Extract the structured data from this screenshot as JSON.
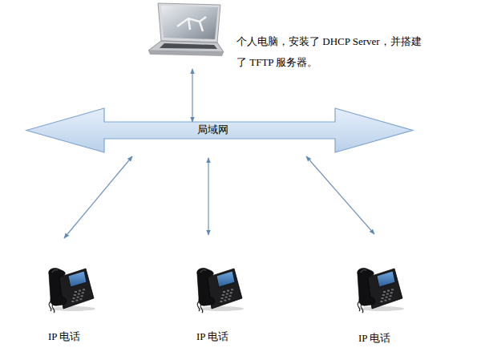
{
  "diagram": {
    "nodes": [
      {
        "text": [
          "个人电脑，安装了 DHCP Server，并搭建了 TFTP 服务器。"
        ]
      },
      {
        "text": [
          "局域网"
        ]
      },
      {
        "text": [
          "IP 电话"
        ]
      },
      {
        "text": [
          "IP 电话"
        ]
      },
      {
        "text": [
          "IP 电话"
        ]
      }
    ],
    "edges": [
      {
        "from": 0,
        "to": 1,
        "arrow": "both"
      },
      {
        "from": 1,
        "to": 2,
        "arrow": "both"
      },
      {
        "from": 1,
        "to": 3,
        "arrow": "both"
      },
      {
        "from": 1,
        "to": 4,
        "arrow": "both"
      }
    ]
  }
}
